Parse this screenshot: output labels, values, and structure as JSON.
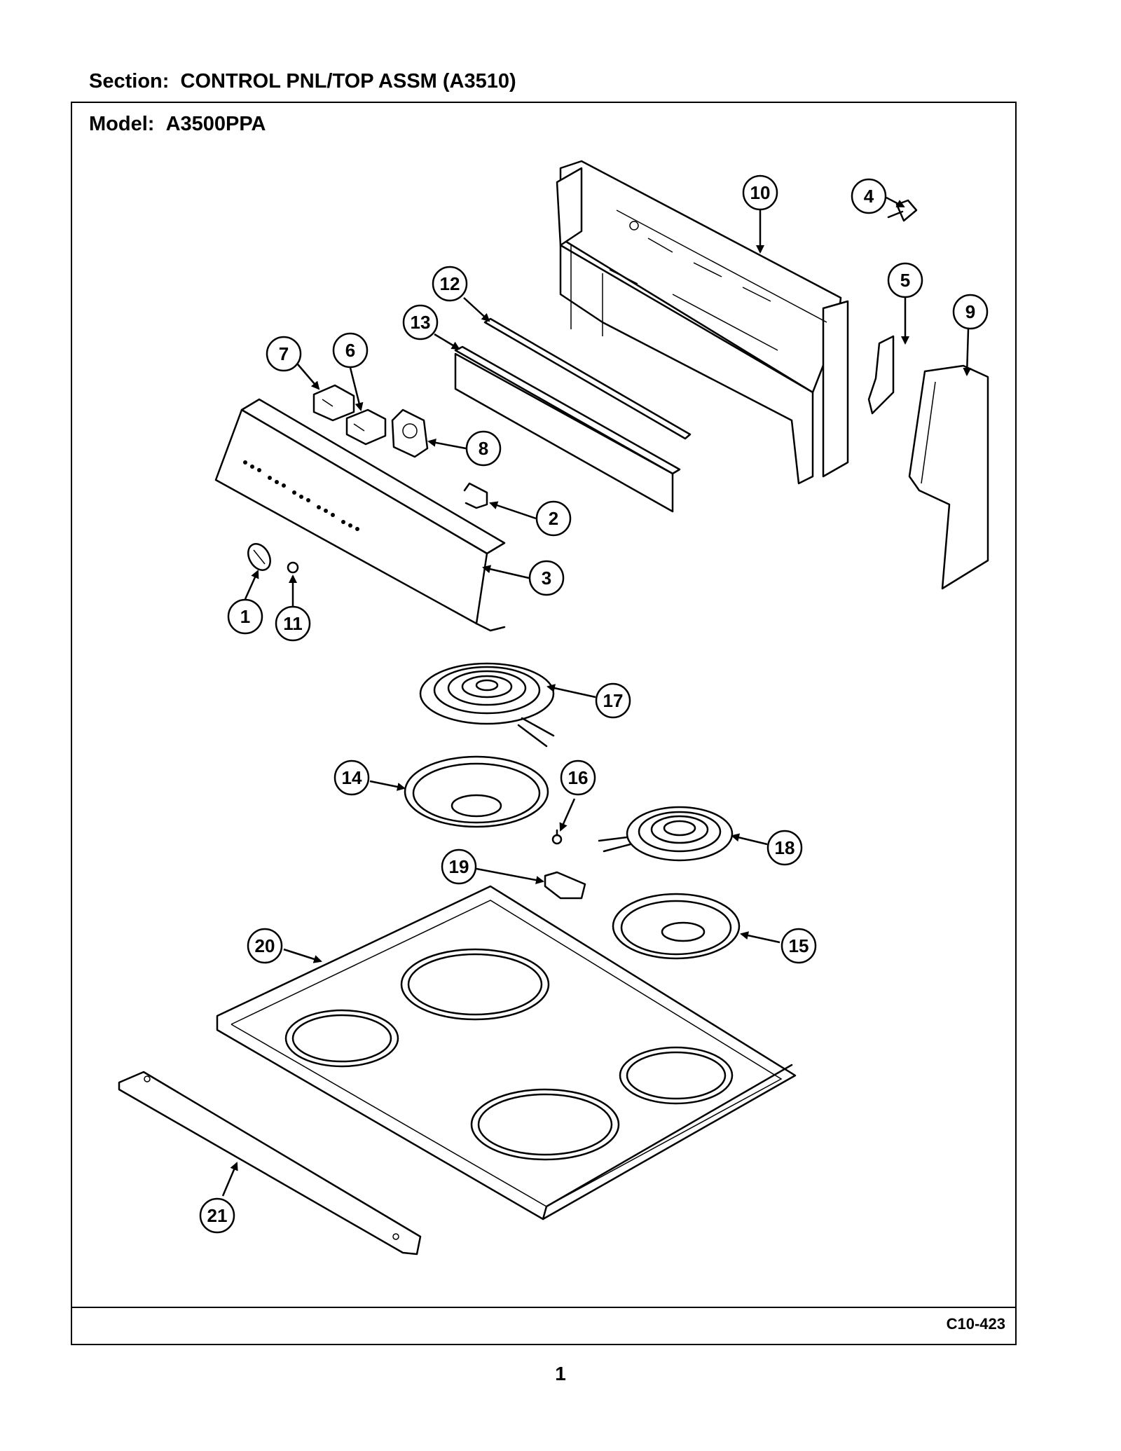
{
  "section": {
    "label": "Section:",
    "name": "CONTROL PNL/TOP ASSM (A3510)"
  },
  "model": {
    "label": "Model:",
    "name": "A3500PPA"
  },
  "drawing_code": "C10-423",
  "page_number": "1",
  "callouts": [
    "1",
    "2",
    "3",
    "4",
    "5",
    "6",
    "7",
    "8",
    "9",
    "10",
    "11",
    "12",
    "13",
    "14",
    "15",
    "16",
    "17",
    "18",
    "19",
    "20",
    "21"
  ]
}
